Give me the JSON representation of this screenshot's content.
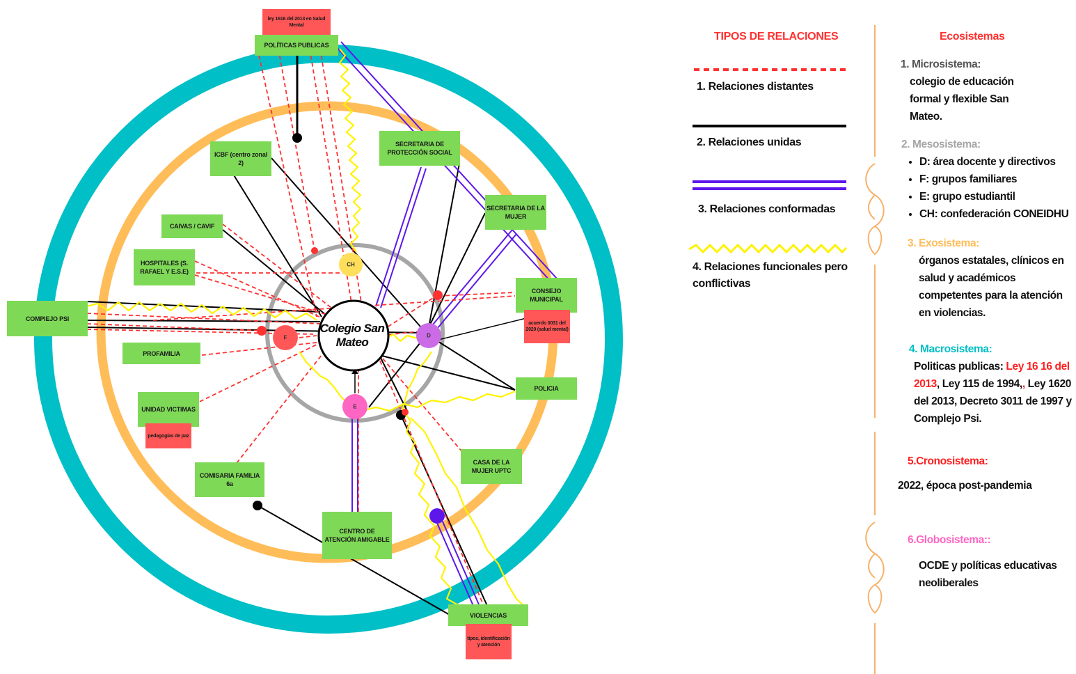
{
  "diagram": {
    "center": "Colegio San Mateo",
    "inner_nodes": {
      "ch": "CH",
      "f": "F",
      "d": "D",
      "e": "E"
    },
    "boxes": {
      "politicas": "POLÍTICAS PUBLICAS",
      "ley1616": "ley 1616 del 2013 en Salud Mental",
      "icbf": "ICBF (centro zonal 2)",
      "secretaria_proteccion": "SECRETARIA DE PROTECCIÓN SOCIAL",
      "secretaria_mujer": "SECRETARIA DE LA MUJER",
      "caivas": "CAIVAS / CAVIF",
      "hospitales": "HOSPITALES (S. RAFAEL Y E.S.E)",
      "complejo": "COMPIEJO PSI",
      "consejo": "CONSEJO MUNICIPAL",
      "acuerdo": "acuerdo 0031 del 2020 (salud mental)",
      "profamilia": "PROFAMILIA",
      "policia": "POLICIA",
      "unidad_victimas": "UNIDAD VICTIMAS",
      "pedagogias": "pedagogías de paz",
      "casa_mujer": "CASA DE LA MUJER UPTC",
      "comisaria": "COMISARIA FAMILIA 6a",
      "centro_atencion": "CENTRO DE ATENCIÓN AMIGABLE",
      "violencias": "VIOLENCIAS",
      "tipos": "tipos, identificación y atención"
    }
  },
  "legend": {
    "title": "TIPOS DE RELACIONES",
    "items": [
      {
        "label": "1. Relaciones distantes"
      },
      {
        "label": "2. Relaciones  unidas"
      },
      {
        "label": "3. Relaciones conformadas"
      },
      {
        "label": "4. Relaciones funcionales pero conflictivas"
      }
    ]
  },
  "ecosystems": {
    "title": "Ecosistemas",
    "micro": {
      "head": "1. Microsistema:",
      "text": "colegio de educación formal y flexible San Mateo."
    },
    "meso": {
      "head": "2. Mesosistema:",
      "items": [
        "D: área docente y directivos",
        "F: grupos familiares",
        "E: grupo estudiantil",
        "CH: confederación CONEIDHU"
      ]
    },
    "exo": {
      "head": "3. Exosistema:",
      "text": "órganos estatales, clínicos en salud y académicos competentes para la atención en violencias."
    },
    "macro": {
      "head": "4. Macrosistema:",
      "prefix": "Politicas publicas: ",
      "red": "Ley 16 16 del 2013",
      "mid": ", Ley 115 de 1994,",
      "red2": ",",
      "rest": " Ley 1620 del 2013, Decreto 3011 de 1997 y Complejo Psi."
    },
    "crono": {
      "head": "5.Cronosistema:",
      "text": "2022, época post-pandemia"
    },
    "globo": {
      "head": "6.Globosistema::",
      "text": "OCDE y políticas educativas neoliberales"
    }
  },
  "colors": {
    "outer_ring": "#00BFC6",
    "middle_ring": "#FFBD59",
    "inner_ring": "#A6A6A6",
    "box_green": "#7ED957",
    "box_red": "#FF5757",
    "distant": "#FF3131",
    "conformed": "#5E17EB",
    "conflict": "#FFF200",
    "heading_red": "#FF3131",
    "meso_gray": "#A6A6A6",
    "exo_orange": "#FFBD59",
    "macro_teal": "#00BFC6",
    "globo_pink": "#FF66C4"
  }
}
